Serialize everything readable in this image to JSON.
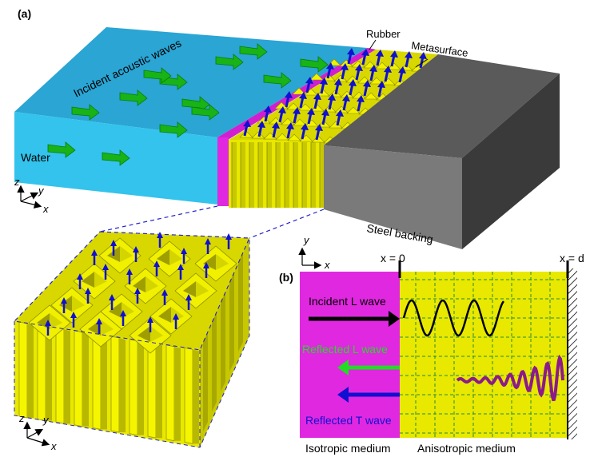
{
  "panel_a": {
    "label": "(a)",
    "incident": "Incident acoustic waves",
    "water": "Water",
    "rubber": "Rubber",
    "metasurface": "Metasurface",
    "steel": "Steel backing",
    "axes": {
      "z": "z",
      "y": "y",
      "x": "x"
    }
  },
  "zoom_axes": {
    "z": "z",
    "y": "y",
    "x": "x"
  },
  "panel_b": {
    "label": "(b)",
    "axes": {
      "y": "y",
      "x": "x"
    },
    "x0": "x = 0",
    "xd": "x = d",
    "incident_L": "Incident L wave",
    "reflected_L": "Reflected L wave",
    "reflected_T": "Reflected T wave",
    "isotropic": "Isotropic medium",
    "anisotropic": "Anisotropic medium"
  },
  "colors": {
    "water": "#33c3ec",
    "rubber": "#e028e0",
    "meta": "#e8e800",
    "steel": "#6e6e6e",
    "arrow_green": "#17b317",
    "arrow_blue": "#1010d0",
    "grid": "#2a8a3a",
    "wave_purple": "#8b1a8b"
  }
}
